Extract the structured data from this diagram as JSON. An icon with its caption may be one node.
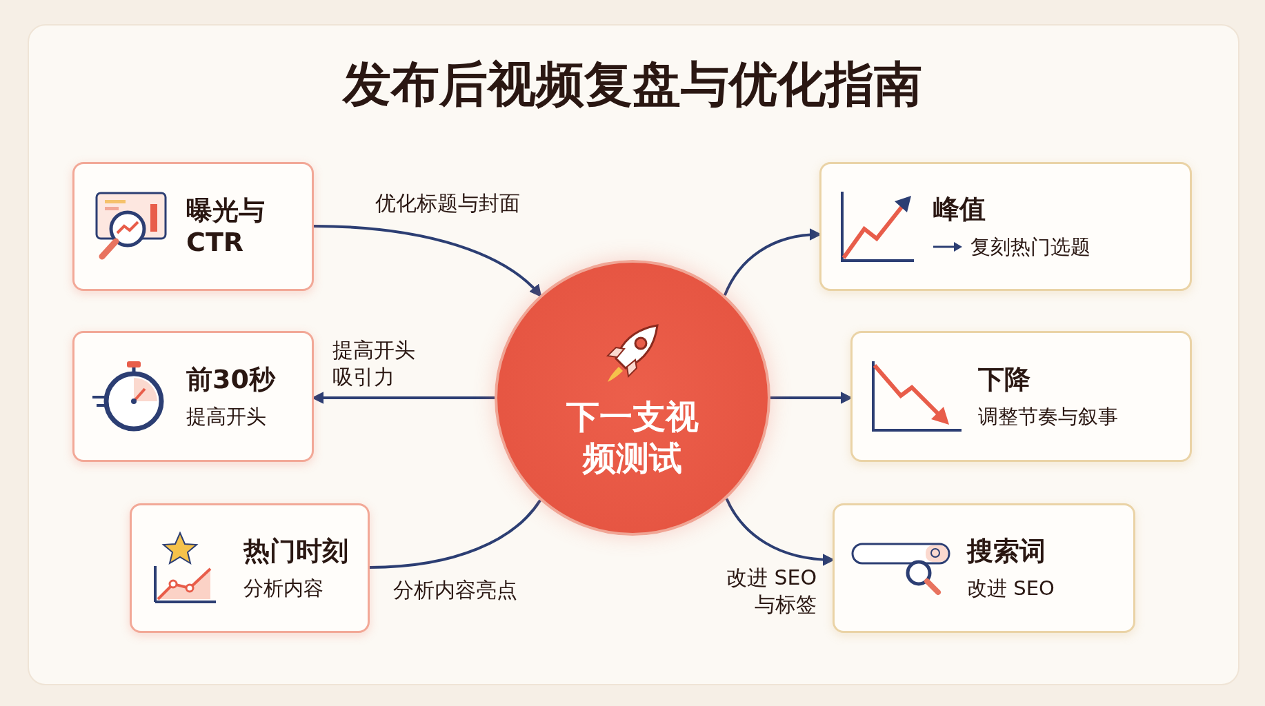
{
  "diagram": {
    "title": "发布后视频复盘与优化指南",
    "nodes": [
      {
        "text": [
          "曝光与 CTR"
        ]
      },
      {
        "text": [
          "前30秒",
          "提高开头"
        ]
      },
      {
        "text": [
          "热门时刻",
          "分析内容"
        ]
      },
      {
        "text": [
          "下一支视频测试"
        ]
      },
      {
        "text": [
          "峰值",
          "复刻热门选题"
        ]
      },
      {
        "text": [
          "下降",
          "调整节奏与叙事"
        ]
      },
      {
        "text": [
          "搜索词",
          "改进 SEO"
        ]
      }
    ],
    "edges": [
      {
        "from": 0,
        "to": 3,
        "arrow": "to",
        "label": "优化标题与封面"
      },
      {
        "from": 3,
        "to": 1,
        "arrow": "to",
        "label": "提高开头吸引力"
      },
      {
        "from": 2,
        "to": 3,
        "arrow": "none",
        "label": "分析内容亮点"
      },
      {
        "from": 3,
        "to": 4,
        "arrow": "to"
      },
      {
        "from": 3,
        "to": 5,
        "arrow": "to"
      },
      {
        "from": 3,
        "to": 6,
        "arrow": "to",
        "label": "改进 SEO 与标签"
      }
    ]
  }
}
